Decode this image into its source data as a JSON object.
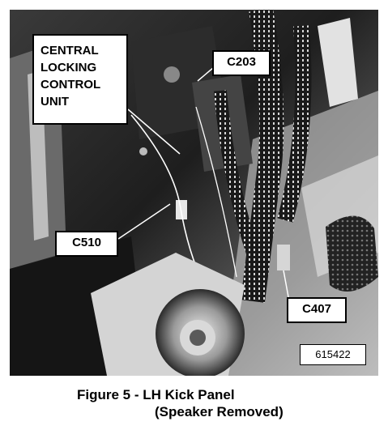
{
  "callouts": {
    "central_locking": "CENTRAL\nLOCKING\nCONTROL\nUNIT",
    "c203": "C203",
    "c510": "C510",
    "c407": "C407"
  },
  "figure_id": "615422",
  "caption": {
    "line1": "Figure 5 - LH Kick Panel",
    "line2": "(Speaker Removed)"
  }
}
